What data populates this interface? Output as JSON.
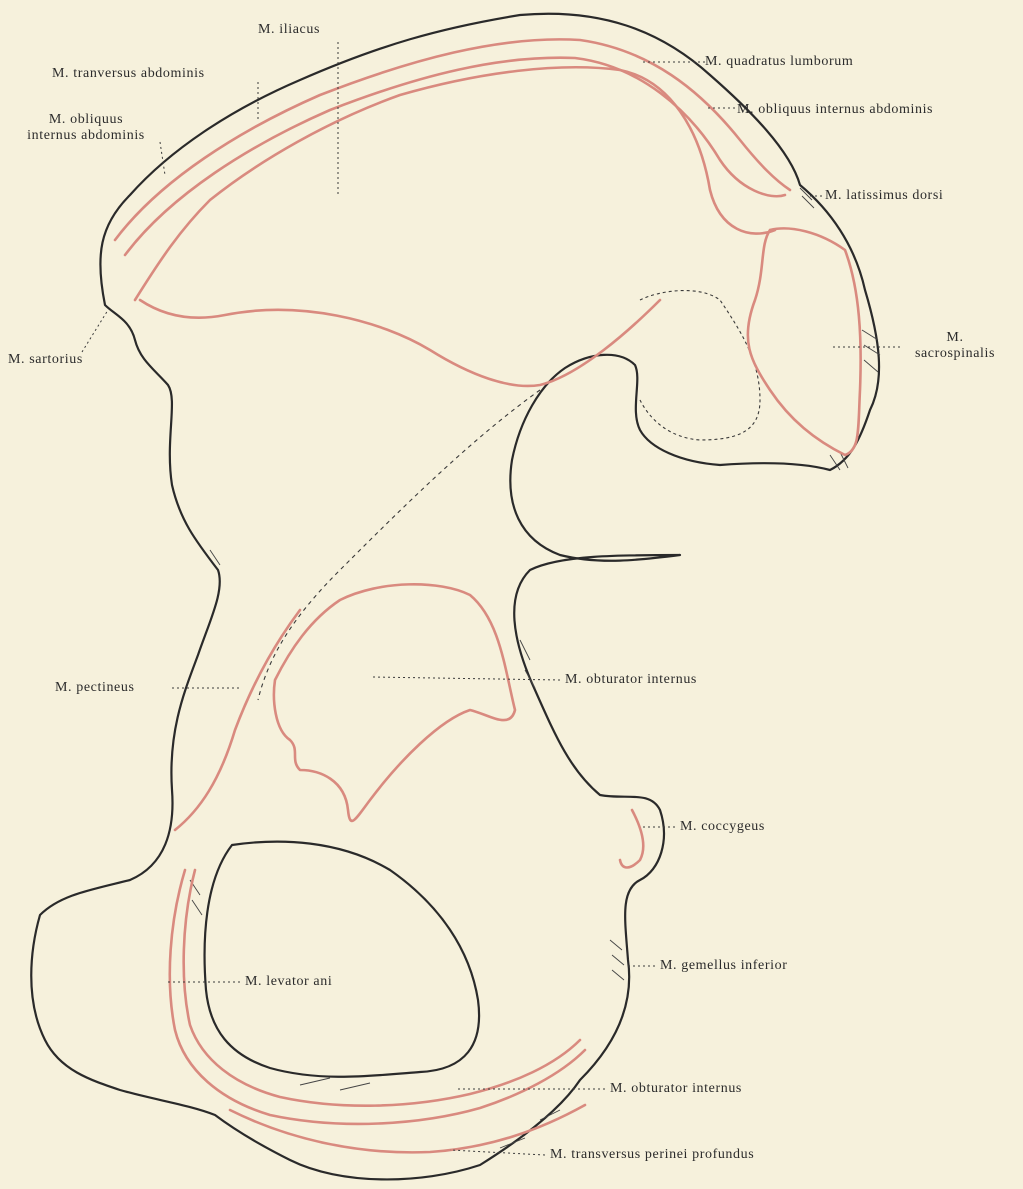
{
  "labels": {
    "iliacus": "M. iliacus",
    "transversus": "M. tranversus abdominis",
    "obliquus_int_left_1": "M. obliquus",
    "obliquus_int_left_2": "internus abdominis",
    "sartorius": "M. sartorius",
    "quadratus": "M.   quadratus lumborum",
    "obliquus_int_right": "M. obliquus internus abdominis",
    "latissimus": "M. latissimus dorsi",
    "sacrospinalis_1": "M.",
    "sacrospinalis_2": "sacrospinalis",
    "pectineus": "M. pectineus",
    "obturator_upper": "M. obturator internus",
    "coccygeus": "M. coccygeus",
    "gemellus": "M. gemellus inferior",
    "levator": "M. levator ani",
    "obturator_lower": "M. obturator internus",
    "transversus_perinei": "M. transversus perinei profundus"
  },
  "colors": {
    "paper": "#f6f1dc",
    "bone_outline": "#2a2a2a",
    "muscle_attachment": "#d98a7f"
  }
}
